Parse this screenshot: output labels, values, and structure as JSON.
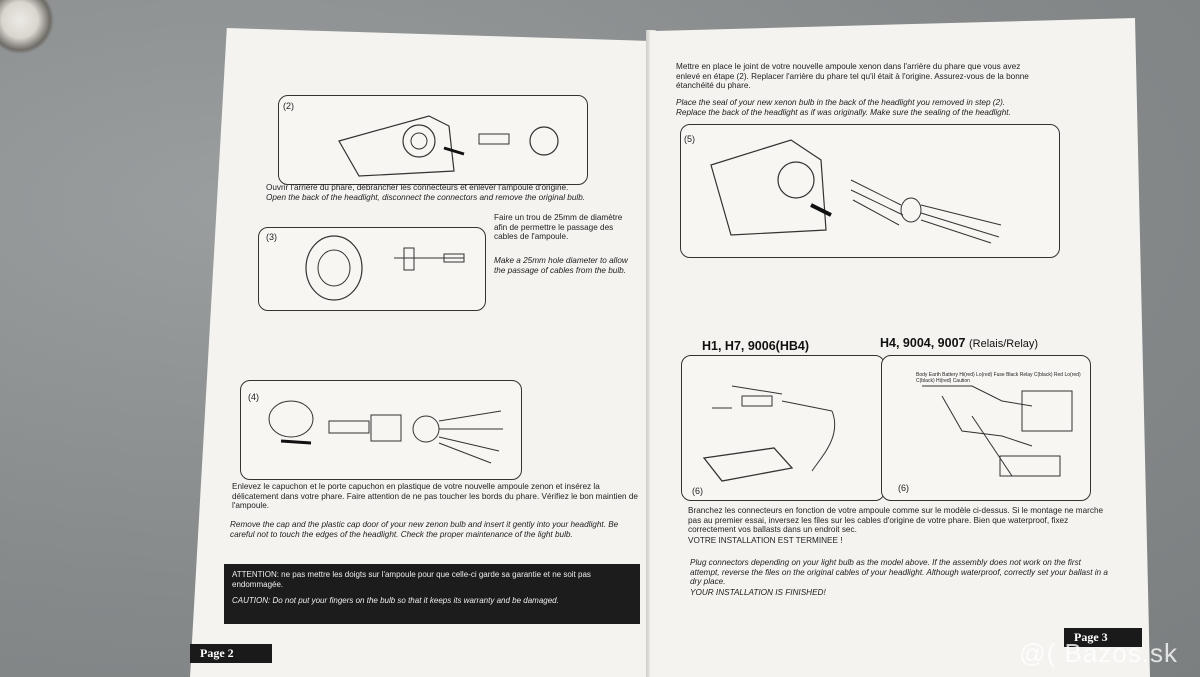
{
  "left_page": {
    "step2": {
      "label": "(2)",
      "caption_fr": "Ouvrir l'arrière du phare, débrancher les connecteurs et enlever l'ampoule d'origine.",
      "caption_en": "Open the back of the headlight, disconnect the connectors and remove the original bulb."
    },
    "step3": {
      "label": "(3)",
      "text_fr": "Faire un trou de 25mm de diamètre afin de permettre le passage des cables de l'ampoule.",
      "text_en": "Make a 25mm hole diameter to allow the passage of cables from the bulb."
    },
    "step4": {
      "label": "(4)",
      "caption_fr": "Enlevez le capuchon et le porte capuchon en plastique de votre nouvelle ampoule zenon et insérez la délicatement dans votre phare. Faire attention de ne pas toucher les bords du phare. Vérifiez le bon maintien de l'ampoule.",
      "caption_en": "Remove the cap and the plastic cap door of your new zenon bulb and insert it gently into your headlight. Be careful not to touch the edges of the headlight. Check the proper maintenance of the light bulb."
    },
    "warning_fr": "ATTENTION: ne pas mettre les doigts sur l'ampoule pour que celle-ci garde sa garantie et ne soit pas endommagée.",
    "warning_en": "CAUTION: Do not put your fingers on the bulb so that it keeps its warranty and be damaged.",
    "page_label": "Page 2"
  },
  "right_page": {
    "intro_fr": "Mettre en place le joint de votre nouvelle ampoule xenon dans l'arrière du phare que vous avez enlevé en étape (2). Replacer l'arrière du phare tel qu'il était à l'origine. Assurez-vous de la bonne étanchéité du phare.",
    "intro_en": "Place the seal of your new xenon bulb in the back of the headlight you removed in step (2). Replace the back of the headlight as if was originally. Make sure the sealing of the headlight.",
    "step5_label": "(5)",
    "heading_left": "H1, H7, 9006(HB4)",
    "heading_right": "H4, 9004, 9007",
    "heading_right_sub": "(Relais/Relay)",
    "step6_label_a": "(6)",
    "step6_label_b": "(6)",
    "wiring_labels": [
      "Body Earth",
      "Battery",
      "Hi(red)",
      "Lo(red)",
      "Fuse",
      "Black",
      "Relay",
      "C(black)",
      "Red",
      "Lo(red)",
      "C(black)",
      "Hi(red)",
      "Caution"
    ],
    "connect_fr": "Branchez les connecteurs en fonction de votre ampoule comme sur le modèle ci-dessus. Si le montage ne marche pas au premier essai, inversez les files sur les cables d'origine de votre phare. Bien que waterproof, fixez correctement vos ballasts dans un endroit sec.",
    "install_fr": "VOTRE INSTALLATION EST TERMINEE !",
    "connect_en": "Plug connectors depending on your light bulb as the model above. If the assembly does not work on the first attempt, reverse the files on the original cables of your headlight. Although waterproof, correctly set your ballast in a dry place.",
    "install_en": "YOUR INSTALLATION IS FINISHED!",
    "page_label": "Page 3"
  },
  "watermark": "@( Bazos.sk"
}
